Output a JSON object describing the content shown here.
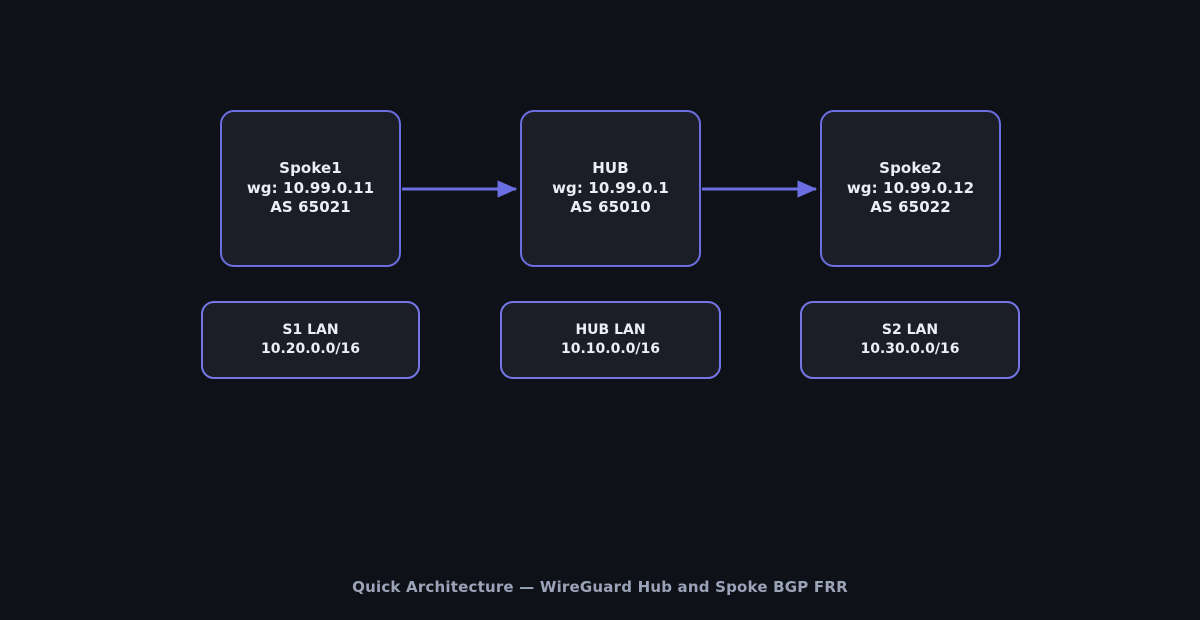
{
  "diagram": {
    "background_color": "#0f1118",
    "node_fill_color": "#1b1d27",
    "node_border_color": "#6b6ee0",
    "edge_color": "#6b6ee0",
    "node_text_color": "#eceef5",
    "caption_text_color": "#9aa3b8",
    "nodes": [
      {
        "id": "spoke1",
        "title": "Spoke1",
        "wg": "wg: 10.99.0.11",
        "asn": "AS 65021"
      },
      {
        "id": "hub",
        "title": "HUB",
        "wg": "wg: 10.99.0.1",
        "asn": "AS 65010"
      },
      {
        "id": "spoke2",
        "title": "Spoke2",
        "wg": "wg: 10.99.0.12",
        "asn": "AS 65022"
      }
    ],
    "lans": [
      {
        "id": "s1-lan",
        "title": "S1 LAN",
        "subnet": "10.20.0.0/16"
      },
      {
        "id": "hub-lan",
        "title": "HUB LAN",
        "subnet": "10.10.0.0/16"
      },
      {
        "id": "s2-lan",
        "title": "S2 LAN",
        "subnet": "10.30.0.0/16"
      }
    ],
    "edges": [
      {
        "id": "spoke1-to-hub",
        "from": "spoke1",
        "to": "hub",
        "label": "",
        "arrow": "single"
      },
      {
        "id": "hub-to-spoke2",
        "from": "hub",
        "to": "spoke2",
        "label": "",
        "arrow": "single"
      }
    ],
    "caption": "Quick Architecture — WireGuard Hub and Spoke BGP FRR"
  }
}
